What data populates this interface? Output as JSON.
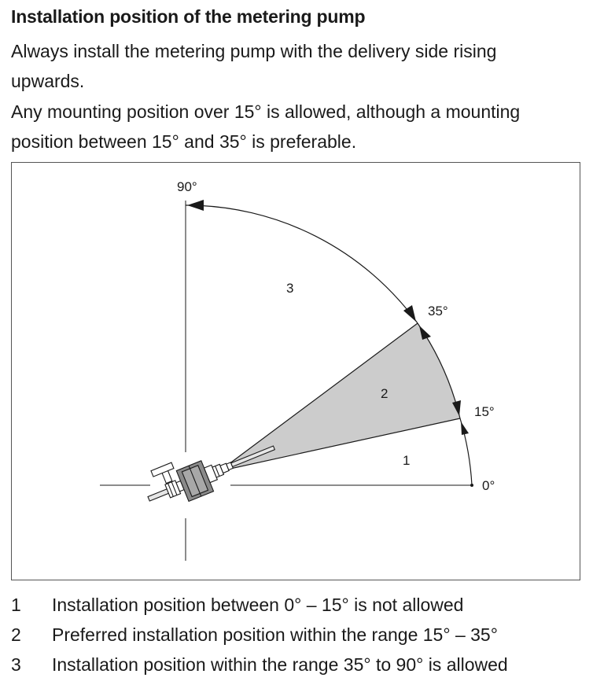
{
  "heading": "Installation position of the metering pump",
  "paragraphs": [
    [
      "Always install the metering pump with the delivery side rising",
      "upwards."
    ],
    [
      "Any mounting position over 15° is allowed, although a mounting",
      "position between 15° and 35° is preferable."
    ]
  ],
  "figure": {
    "angles": {
      "a90": "90°",
      "a35": "35°",
      "a15": "15°",
      "a0": "0°"
    },
    "zone_labels": {
      "zone1": "1",
      "zone2": "2",
      "zone3": "3"
    },
    "colors": {
      "preferred_sector": "#cccccc",
      "line": "#1a1a1a"
    }
  },
  "legend": [
    {
      "num": "1",
      "text": "Installation position between 0° – 15° is not allowed"
    },
    {
      "num": "2",
      "text": "Preferred installation position within the range 15° – 35°"
    },
    {
      "num": "3",
      "text": "Installation position within the range 35° to 90° is allowed"
    }
  ]
}
